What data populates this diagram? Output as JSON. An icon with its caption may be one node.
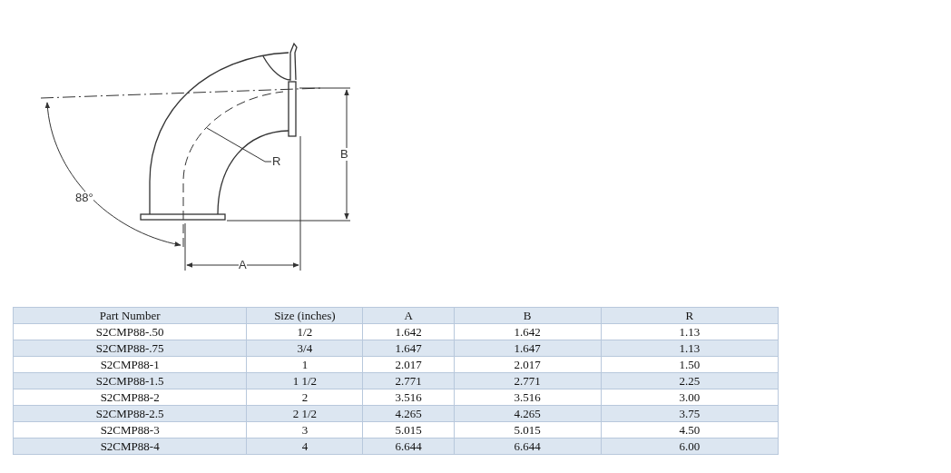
{
  "diagram": {
    "labels": [
      "B",
      "R",
      "88°",
      "A",
      "Part Number",
      "Size (inches)",
      "A",
      "B",
      "R",
      "S2CMP88-.50",
      "1/2",
      "1.642",
      "1.642",
      "1.13",
      "S2CMP88-.75",
      "3/4",
      "1.647",
      "1.647",
      "1.13",
      "S2CMP88-1",
      "1",
      "2.017",
      "2.017",
      "1.50",
      "S2CMP88-1.5",
      "1 1/2",
      "2.771",
      "2.771",
      "2.25",
      "S2CMP88-2",
      "2",
      "3.516",
      "3.516",
      "3.00",
      "S2CMP88-2.5",
      "2 1/2",
      "4.265",
      "4.265",
      "3.75",
      "S2CMP88-3",
      "3",
      "5.015",
      "5.015",
      "4.50",
      "S2CMP88-4",
      "4",
      "6.644",
      "6.644",
      "6.00"
    ]
  }
}
